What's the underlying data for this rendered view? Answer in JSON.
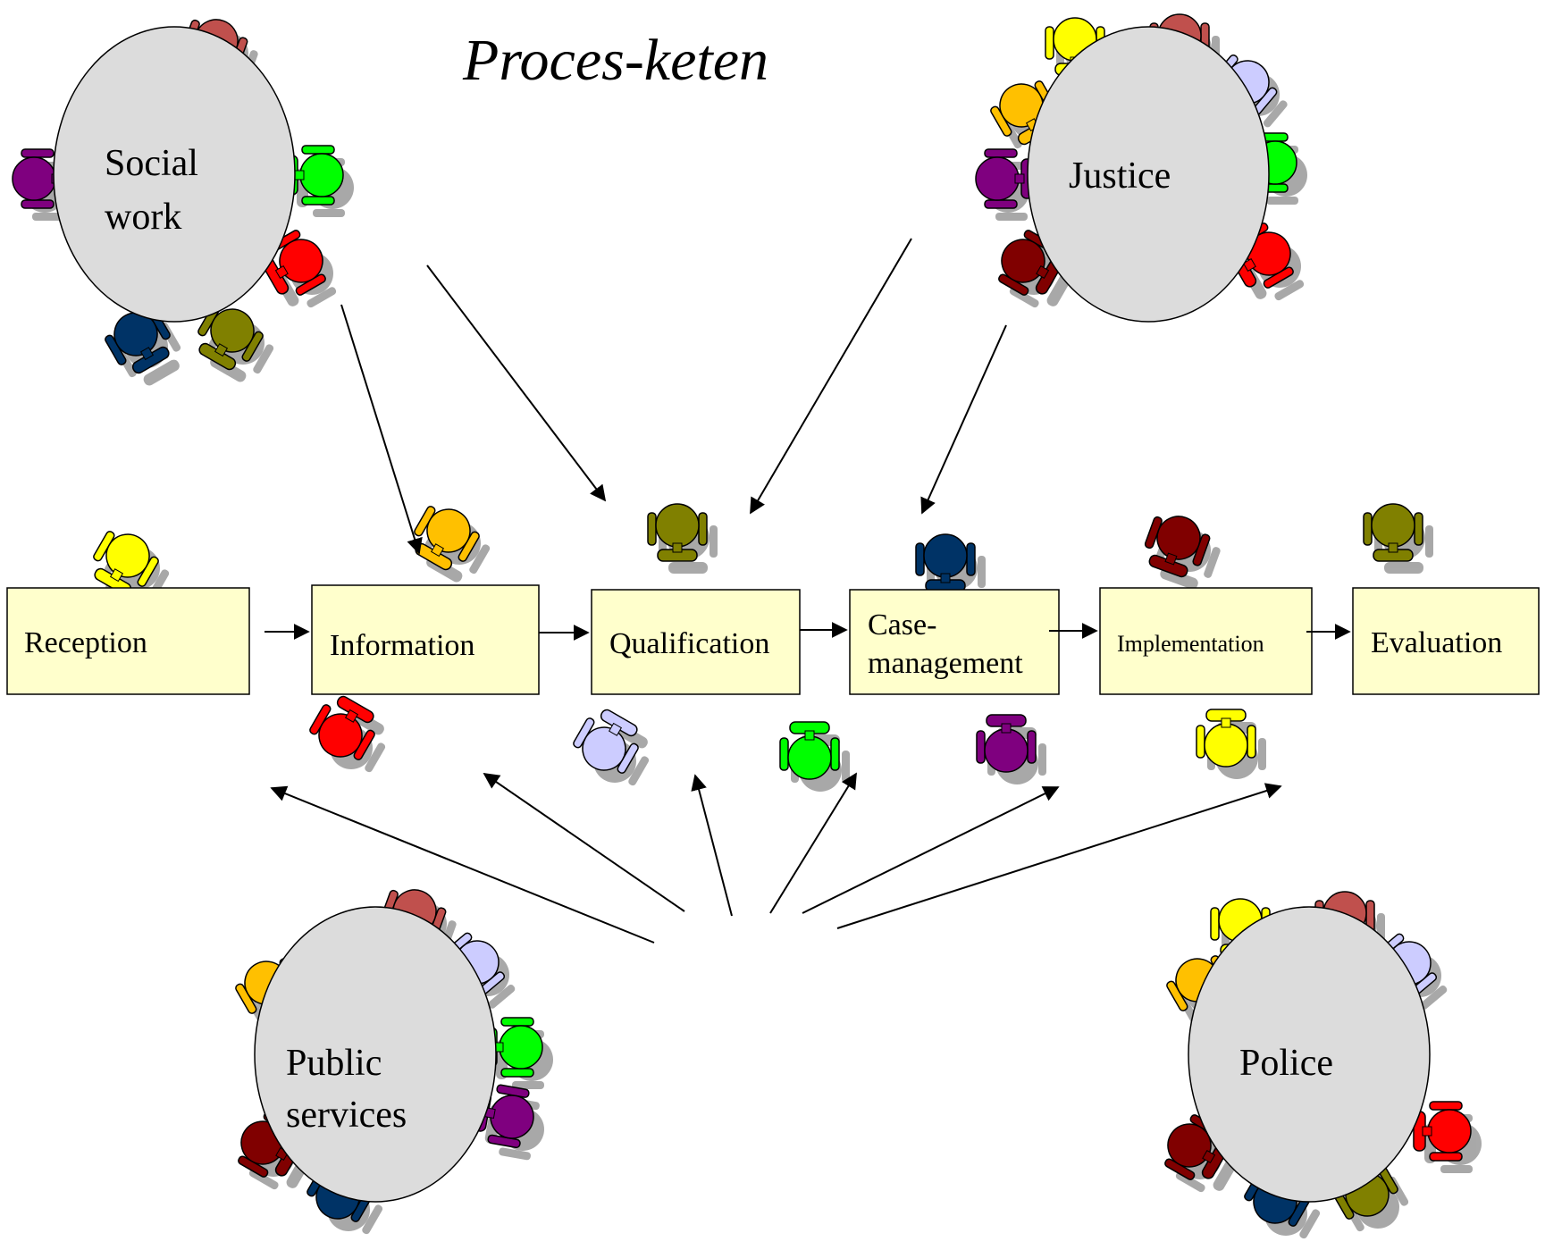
{
  "title": "Proces-keten",
  "tables": {
    "social_work": [
      "Social",
      "work"
    ],
    "justice": [
      "Justice"
    ],
    "public_services": [
      "Public",
      "services"
    ],
    "police": [
      "Police"
    ]
  },
  "process": {
    "reception": "Reception",
    "information": "Information",
    "qualification": "Qualification",
    "case_management": [
      "Case-",
      "management"
    ],
    "implementation": "Implementation",
    "evaluation": "Evaluation"
  },
  "colors": {
    "table_fill": "#dcdcdc",
    "box_fill": "#ffffcc",
    "chair_brick": "#c0504d",
    "chair_yellow": "#ffff00",
    "chair_orange": "#ffc000",
    "chair_lavender": "#ccccff",
    "chair_green": "#00ff00",
    "chair_red": "#ff0000",
    "chair_purple": "#7f007f",
    "chair_maroon": "#800000",
    "chair_navy": "#003366",
    "chair_olive": "#808000"
  }
}
